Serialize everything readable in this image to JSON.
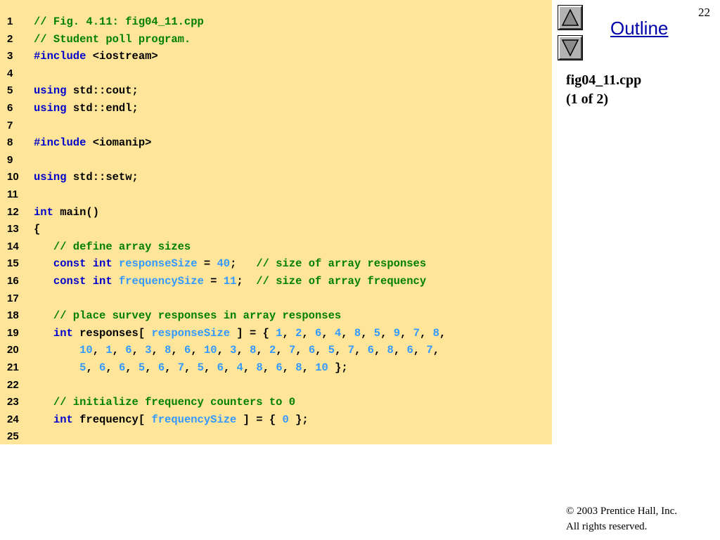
{
  "slide": {
    "page_number": "22",
    "outline_label": "Outline",
    "file_name": "fig04_11.cpp",
    "file_part": "(1 of 2)",
    "copyright_line1": "© 2003 Prentice Hall, Inc.",
    "copyright_line2": "All rights reserved."
  },
  "icons": {
    "prev": "triangle-up-icon",
    "next": "triangle-down-icon"
  },
  "colors": {
    "code_background": "#ffe599",
    "keyword": "#0000cc",
    "comment": "#008000",
    "identifier_number": "#3399ff",
    "text": "#000000",
    "outline_link": "#0000aa",
    "button_gray": "#b3b3b3"
  },
  "code": {
    "lines": [
      {
        "num": "1",
        "tokens": [
          [
            "c",
            "// Fig. 4.11: fig04_11.cpp"
          ]
        ]
      },
      {
        "num": "2",
        "tokens": [
          [
            "c",
            "// Student poll program."
          ]
        ]
      },
      {
        "num": "3",
        "tokens": [
          [
            "k",
            "#include"
          ],
          [
            "t",
            " <iostream>"
          ]
        ]
      },
      {
        "num": "4",
        "tokens": []
      },
      {
        "num": "5",
        "tokens": [
          [
            "k",
            "using"
          ],
          [
            "t",
            " std::cout;"
          ]
        ]
      },
      {
        "num": "6",
        "tokens": [
          [
            "k",
            "using"
          ],
          [
            "t",
            " std::endl;"
          ]
        ]
      },
      {
        "num": "7",
        "tokens": []
      },
      {
        "num": "8",
        "tokens": [
          [
            "k",
            "#include"
          ],
          [
            "t",
            " <iomanip>"
          ]
        ]
      },
      {
        "num": "9",
        "tokens": []
      },
      {
        "num": "10",
        "tokens": [
          [
            "k",
            "using"
          ],
          [
            "t",
            " std::setw;"
          ]
        ]
      },
      {
        "num": "11",
        "tokens": []
      },
      {
        "num": "12",
        "tokens": [
          [
            "k",
            "int"
          ],
          [
            "t",
            " main()"
          ]
        ]
      },
      {
        "num": "13",
        "tokens": [
          [
            "t",
            "{"
          ]
        ]
      },
      {
        "num": "14",
        "tokens": [
          [
            "t",
            "   "
          ],
          [
            "c",
            "// define array sizes"
          ]
        ]
      },
      {
        "num": "15",
        "tokens": [
          [
            "t",
            "   "
          ],
          [
            "k",
            "const"
          ],
          [
            "t",
            " "
          ],
          [
            "k",
            "int"
          ],
          [
            "t",
            " "
          ],
          [
            "n",
            "responseSize"
          ],
          [
            "t",
            " = "
          ],
          [
            "n",
            "40"
          ],
          [
            "t",
            ";   "
          ],
          [
            "c",
            "// size of array responses"
          ]
        ]
      },
      {
        "num": "16",
        "tokens": [
          [
            "t",
            "   "
          ],
          [
            "k",
            "const"
          ],
          [
            "t",
            " "
          ],
          [
            "k",
            "int"
          ],
          [
            "t",
            " "
          ],
          [
            "n",
            "frequencySize"
          ],
          [
            "t",
            " = "
          ],
          [
            "n",
            "11"
          ],
          [
            "t",
            ";  "
          ],
          [
            "c",
            "// size of array frequency"
          ]
        ]
      },
      {
        "num": "17",
        "tokens": []
      },
      {
        "num": "18",
        "tokens": [
          [
            "t",
            "   "
          ],
          [
            "c",
            "// place survey responses in array responses"
          ]
        ]
      },
      {
        "num": "19",
        "tokens": [
          [
            "t",
            "   "
          ],
          [
            "k",
            "int"
          ],
          [
            "t",
            " responses[ "
          ],
          [
            "n",
            "responseSize"
          ],
          [
            "t",
            " ] = { "
          ],
          [
            "n",
            "1"
          ],
          [
            "t",
            ", "
          ],
          [
            "n",
            "2"
          ],
          [
            "t",
            ", "
          ],
          [
            "n",
            "6"
          ],
          [
            "t",
            ", "
          ],
          [
            "n",
            "4"
          ],
          [
            "t",
            ", "
          ],
          [
            "n",
            "8"
          ],
          [
            "t",
            ", "
          ],
          [
            "n",
            "5"
          ],
          [
            "t",
            ", "
          ],
          [
            "n",
            "9"
          ],
          [
            "t",
            ", "
          ],
          [
            "n",
            "7"
          ],
          [
            "t",
            ", "
          ],
          [
            "n",
            "8"
          ],
          [
            "t",
            ","
          ]
        ]
      },
      {
        "num": "20",
        "tokens": [
          [
            "t",
            "       "
          ],
          [
            "n",
            "10"
          ],
          [
            "t",
            ", "
          ],
          [
            "n",
            "1"
          ],
          [
            "t",
            ", "
          ],
          [
            "n",
            "6"
          ],
          [
            "t",
            ", "
          ],
          [
            "n",
            "3"
          ],
          [
            "t",
            ", "
          ],
          [
            "n",
            "8"
          ],
          [
            "t",
            ", "
          ],
          [
            "n",
            "6"
          ],
          [
            "t",
            ", "
          ],
          [
            "n",
            "10"
          ],
          [
            "t",
            ", "
          ],
          [
            "n",
            "3"
          ],
          [
            "t",
            ", "
          ],
          [
            "n",
            "8"
          ],
          [
            "t",
            ", "
          ],
          [
            "n",
            "2"
          ],
          [
            "t",
            ", "
          ],
          [
            "n",
            "7"
          ],
          [
            "t",
            ", "
          ],
          [
            "n",
            "6"
          ],
          [
            "t",
            ", "
          ],
          [
            "n",
            "5"
          ],
          [
            "t",
            ", "
          ],
          [
            "n",
            "7"
          ],
          [
            "t",
            ", "
          ],
          [
            "n",
            "6"
          ],
          [
            "t",
            ", "
          ],
          [
            "n",
            "8"
          ],
          [
            "t",
            ", "
          ],
          [
            "n",
            "6"
          ],
          [
            "t",
            ", "
          ],
          [
            "n",
            "7"
          ],
          [
            "t",
            ","
          ]
        ]
      },
      {
        "num": "21",
        "tokens": [
          [
            "t",
            "       "
          ],
          [
            "n",
            "5"
          ],
          [
            "t",
            ", "
          ],
          [
            "n",
            "6"
          ],
          [
            "t",
            ", "
          ],
          [
            "n",
            "6"
          ],
          [
            "t",
            ", "
          ],
          [
            "n",
            "5"
          ],
          [
            "t",
            ", "
          ],
          [
            "n",
            "6"
          ],
          [
            "t",
            ", "
          ],
          [
            "n",
            "7"
          ],
          [
            "t",
            ", "
          ],
          [
            "n",
            "5"
          ],
          [
            "t",
            ", "
          ],
          [
            "n",
            "6"
          ],
          [
            "t",
            ", "
          ],
          [
            "n",
            "4"
          ],
          [
            "t",
            ", "
          ],
          [
            "n",
            "8"
          ],
          [
            "t",
            ", "
          ],
          [
            "n",
            "6"
          ],
          [
            "t",
            ", "
          ],
          [
            "n",
            "8"
          ],
          [
            "t",
            ", "
          ],
          [
            "n",
            "10"
          ],
          [
            "t",
            " };"
          ]
        ]
      },
      {
        "num": "22",
        "tokens": []
      },
      {
        "num": "23",
        "tokens": [
          [
            "t",
            "   "
          ],
          [
            "c",
            "// initialize frequency counters to 0"
          ]
        ]
      },
      {
        "num": "24",
        "tokens": [
          [
            "t",
            "   "
          ],
          [
            "k",
            "int"
          ],
          [
            "t",
            " frequency[ "
          ],
          [
            "n",
            "frequencySize"
          ],
          [
            "t",
            " ] = { "
          ],
          [
            "n",
            "0"
          ],
          [
            "t",
            " };"
          ]
        ]
      },
      {
        "num": "25",
        "tokens": []
      }
    ]
  }
}
